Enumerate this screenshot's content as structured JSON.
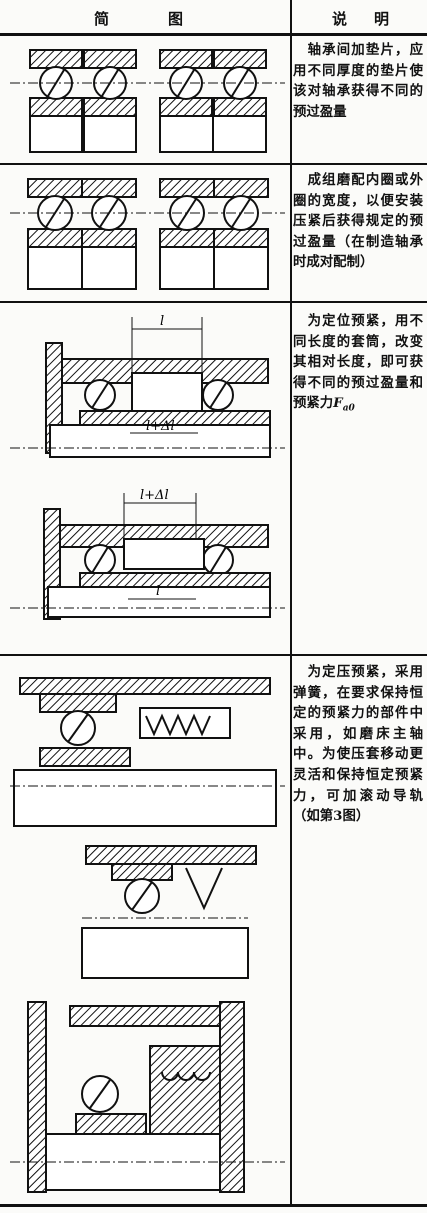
{
  "header": {
    "diagram_char1": "简",
    "diagram_char2": "图",
    "explain_char1": "说",
    "explain_char2": "明"
  },
  "rows": [
    {
      "text": "　轴承间加垫片，应用不同厚度的垫片使该对轴承获得不同的预过盈量"
    },
    {
      "text": "　成组磨配内圈或外圈的宽度，以便安装压紧后获得规定的预过盈量（在制造轴承时成对配制）"
    },
    {
      "text": "　为定位预紧，用不同长度的套筒，改变其相对长度，即可获得不同的预过盈量和预紧力",
      "symbol": "F",
      "symbol_sub": "a0"
    },
    {
      "text": "　为定压预紧，采用弹簧，在要求保持恒定的预紧力的部件中采用，如磨床主轴中。为使压套移动更灵活和保持恒定预紧力，可加滚动导轨（如第3图）"
    }
  ],
  "diagram_labels": {
    "l": "l",
    "l_plus_dl": "l+Δl"
  },
  "icons": [
    "bearing-pair-spacer-diagram",
    "bearing-pair-ground-diagram",
    "sleeve-preload-diagram",
    "spring-preload-diagram"
  ]
}
